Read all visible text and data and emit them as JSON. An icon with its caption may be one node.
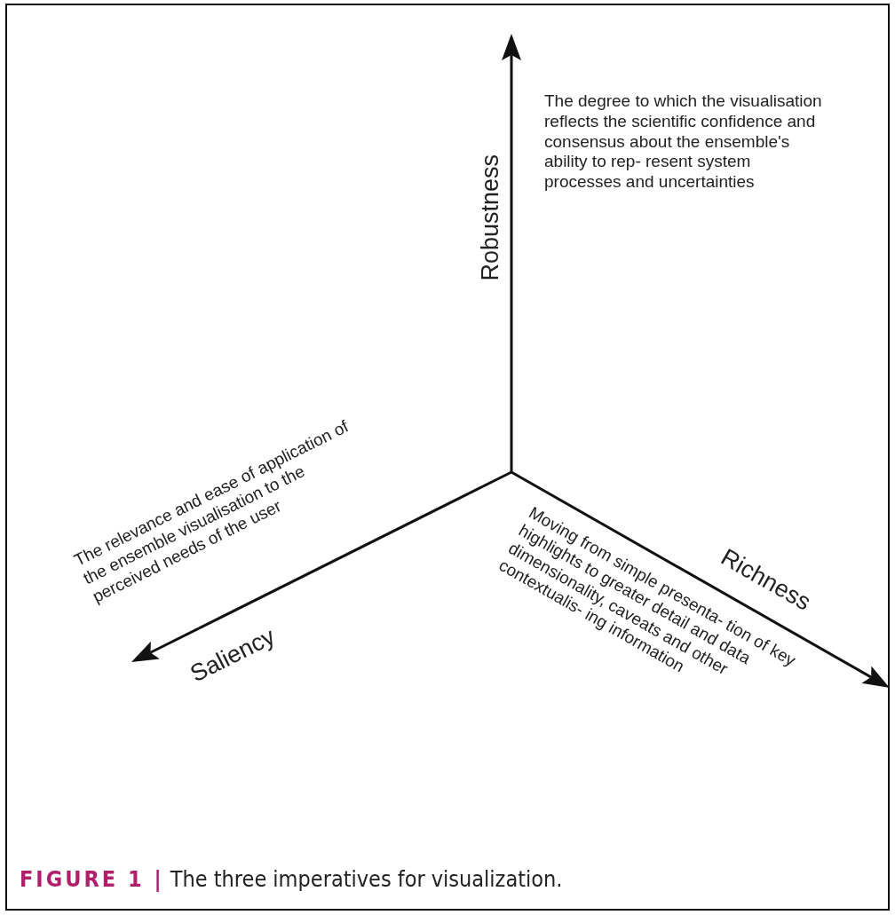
{
  "diagram": {
    "caption": "FIGURE 1 | The three imperatives for visualization.",
    "labels": [
      "The degree to which the visualisation reflects the scientific confidence and consensus about the ensemble's ability to rep- resent system processes and uncertainties",
      "Robustness",
      "The relevance and ease of application of the ensemble visualisation to the perceived needs of the user",
      "Richness",
      "Moving from simple presenta- tion of key highlights to greater detail and data dimensionality, caveats and other contextualis- ing information",
      "Saliency"
    ]
  }
}
